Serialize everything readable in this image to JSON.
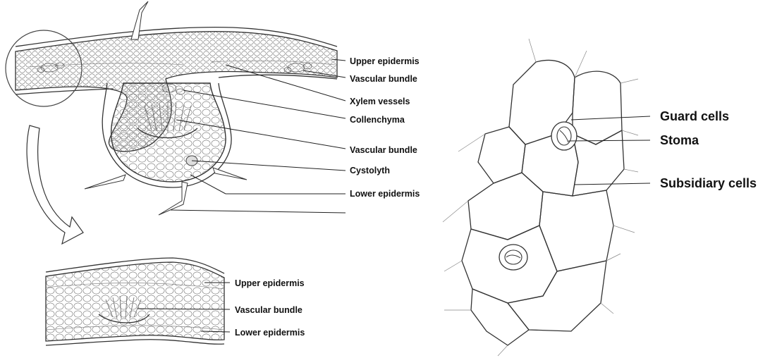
{
  "midrib_labels": [
    "Upper epidermis",
    "Vascular bundle",
    "Xylem vessels",
    "Collenchyma",
    "Vascular bundle",
    "Cystolyth",
    "Lower epidermis"
  ],
  "lamina_labels": [
    "Upper epidermis",
    "Vascular bundle",
    "Lower epidermis"
  ],
  "stomata_labels": [
    "Guard cells",
    "Stoma",
    "Subsidiary cells"
  ]
}
